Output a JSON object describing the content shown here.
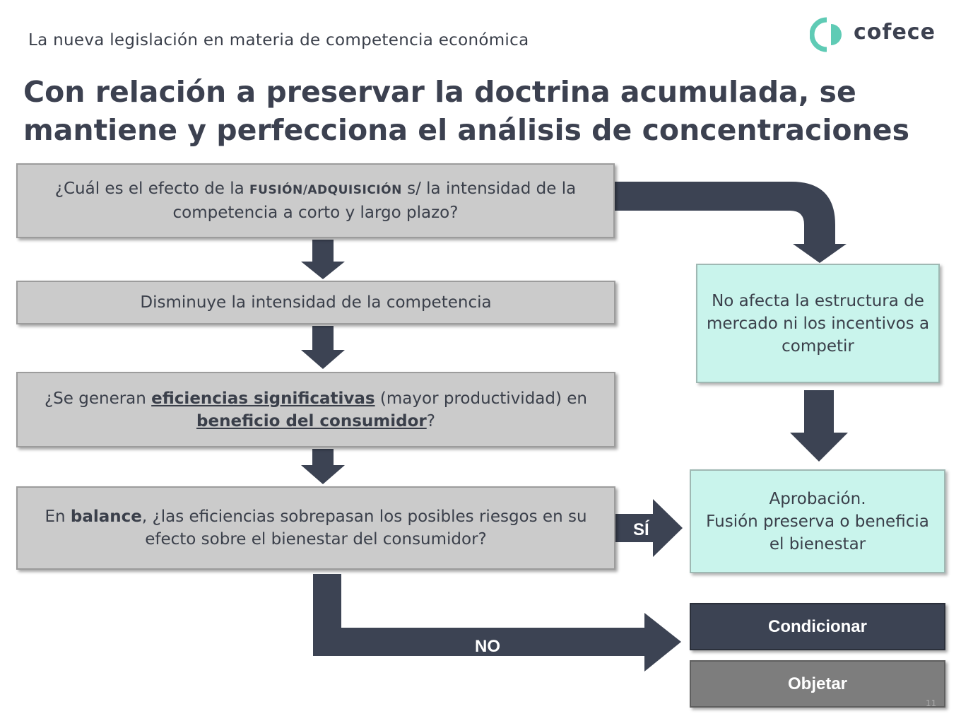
{
  "header": {
    "subtitle": "La nueva legislación en materia de competencia económica",
    "title": "Con relación a preservar la doctrina acumulada, se mantiene y perfecciona el análisis de concentraciones",
    "logo_text": "cofece"
  },
  "flow": {
    "q1": {
      "pre": "¿Cuál es el efecto de la ",
      "caps": "FUSIÓN/ADQUISICIÓN",
      "post": " s/ la intensidad de la competencia a corto y largo plazo?"
    },
    "step2": "Disminuye la intensidad de la competencia",
    "q3": {
      "pre": "¿Se generan ",
      "u1": "eficiencias significativas",
      "mid": " (mayor productividad) en ",
      "u2": "beneficio del consumidor",
      "post": "?"
    },
    "q4": {
      "pre": "En ",
      "bold": "balance",
      "post": ", ¿las eficiencias sobrepasan los posibles riesgos en su efecto sobre el bienestar del consumidor?"
    },
    "no_effect": "No afecta la estructura de mercado ni los incentivos a competir",
    "approval": {
      "line1": "Aprobación.",
      "line2": "Fusión preserva o beneficia el bienestar"
    },
    "yes_label": "SÍ",
    "no_label": "NO",
    "condition_button": "Condicionar",
    "object_button": "Objetar"
  },
  "colors": {
    "dark": "#3c4353",
    "gray_box": "#cbcbcb",
    "mint_box": "#c9f4ec",
    "logo_teal": "#5fcbb5"
  },
  "page_number": "11"
}
